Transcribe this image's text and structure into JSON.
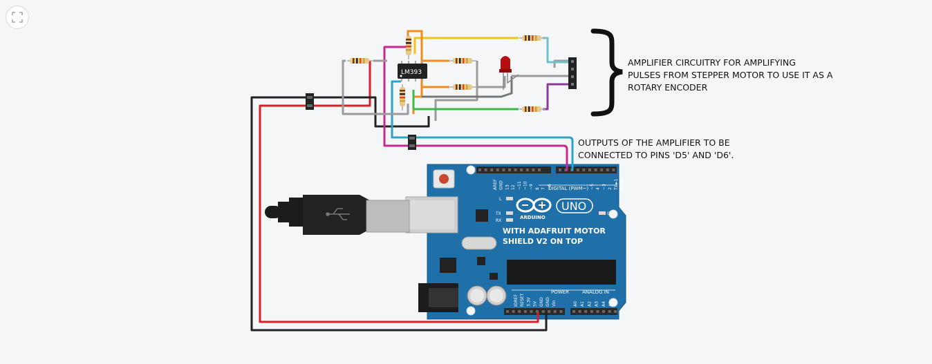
{
  "toolbar": {
    "fullscreen_icon": "fullscreen-icon"
  },
  "annotations": {
    "amplifier_note": "AMPLIFIER CIRCUITRY FOR AMPLIFYING\nPULSES FROM STEPPER MOTOR TO USE IT AS A\nROTARY ENCODER",
    "outputs_note": "OUTPUTS OF THE AMPLIFIER TO BE\nCONNECTED TO PINS 'D5' AND 'D6'."
  },
  "components": {
    "ic_label": "LM393"
  },
  "board": {
    "logo_text": "ARDUINO",
    "model": "UNO",
    "shield_line1": "WITH ADAFRUIT MOTOR",
    "shield_line2": "SHIELD V2 ON TOP",
    "digital_label": "DIGITAL (PWM~)",
    "power_label": "POWER",
    "analog_label": "ANALOG IN",
    "on_label": "ON",
    "led_l": "L",
    "led_tx": "TX",
    "led_rx": "RX",
    "digital_pins": [
      "AREF",
      "GND",
      "13",
      "12",
      "~11",
      "~10",
      "~9",
      "8",
      "7",
      "~6",
      "~5",
      "4",
      "~3",
      "2",
      "TX►1",
      "RX◄0"
    ],
    "power_pins": [
      "IOREF",
      "RESET",
      "3.3V",
      "5V",
      "GND",
      "GND",
      "Vin"
    ],
    "analog_pins": [
      "A0",
      "A1",
      "A2",
      "A3",
      "A4",
      "A5"
    ]
  },
  "colors": {
    "board": "#1f6fa8",
    "wire_red": "#d9202a",
    "wire_black": "#222222",
    "wire_yellow": "#f2c21b",
    "wire_orange": "#f08c1e",
    "wire_magenta": "#c8298f",
    "wire_cyan": "#2aa2c9",
    "wire_teal": "#6dc3c9",
    "wire_green": "#3db94a",
    "wire_purple": "#8b3a9a",
    "wire_gray": "#9b9b9b"
  }
}
